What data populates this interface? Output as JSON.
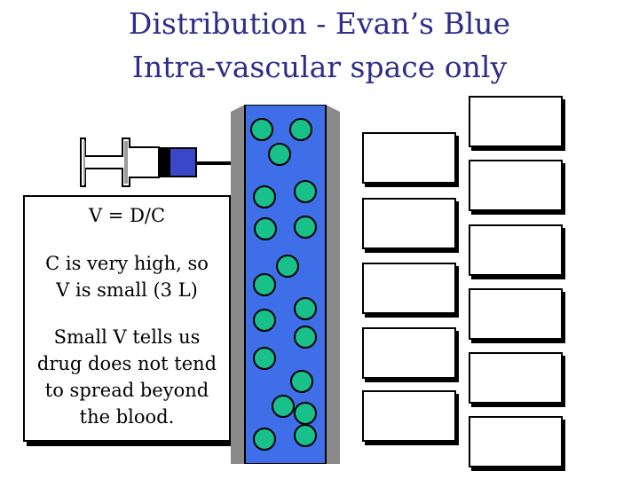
{
  "title": {
    "line1": "Distribution - Evan’s Blue",
    "line2": "Intra-vascular space only"
  },
  "info_box": {
    "formula": "V = D/C",
    "statement": [
      "C is very high, so",
      "V is small (3 L)"
    ],
    "conclusion": [
      "Small V tells us",
      "drug does not tend",
      "to spread beyond",
      "the blood."
    ]
  },
  "colors": {
    "title": "#2e2e8a",
    "vessel_fill": "#3f6fe8",
    "vessel_wall": "#8a8a8a",
    "particle": "#19c08a",
    "plunger": "#3a48c8"
  },
  "icons": [
    "syringe-icon",
    "blood-vessel",
    "drug-particle",
    "tissue-cell"
  ]
}
